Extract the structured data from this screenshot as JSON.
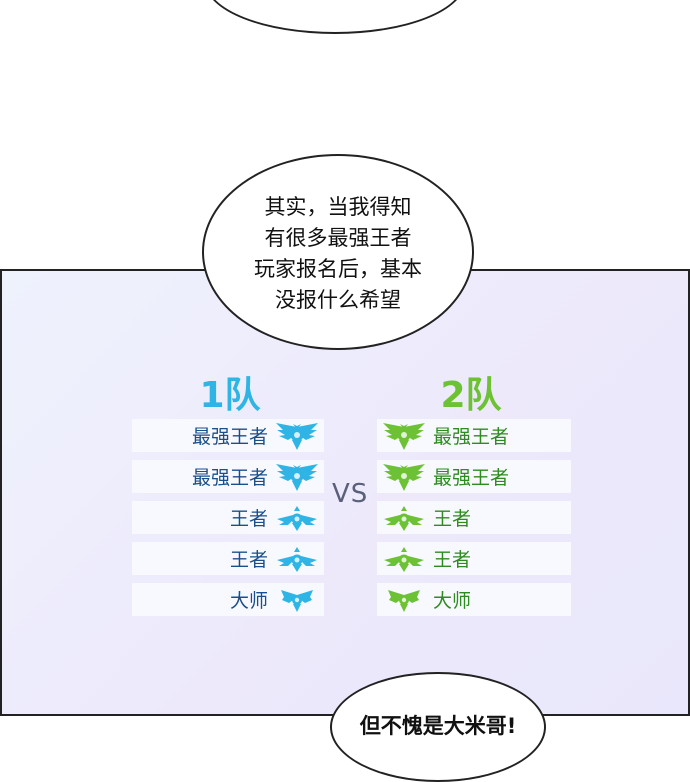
{
  "speech_main": {
    "lines": [
      "其实，当我得知",
      "有很多最强王者",
      "玩家报名后，基本",
      "没报什么希望"
    ]
  },
  "team1": {
    "title": "1队",
    "color": "#2fb4e6",
    "ranks": [
      "最强王者",
      "最强王者",
      "王者",
      "王者",
      "大师"
    ]
  },
  "vs_label": "VS",
  "team2": {
    "title": "2队",
    "color": "#6cc234",
    "ranks": [
      "最强王者",
      "最强王者",
      "王者",
      "王者",
      "大师"
    ]
  },
  "rank_icons": [
    "challenger-emblem-icon",
    "challenger-emblem-icon",
    "grandmaster-emblem-icon",
    "grandmaster-emblem-icon",
    "master-emblem-icon"
  ],
  "speech_bottom": "但不愧是大米哥!"
}
